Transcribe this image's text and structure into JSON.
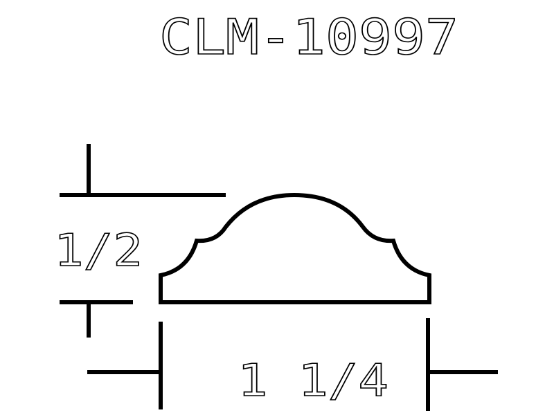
{
  "drawing": {
    "part_number": "CLM-10997",
    "height_dimension": "1/2",
    "width_dimension": "1 1/4"
  },
  "colors": {
    "line": "#000000",
    "background": "#ffffff"
  }
}
